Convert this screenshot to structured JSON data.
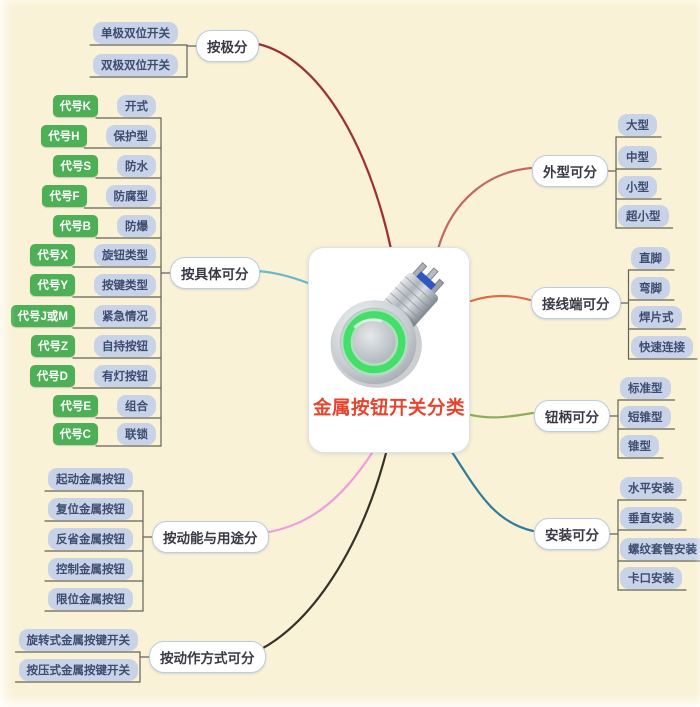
{
  "title": "金属按钮开关分类",
  "colors": {
    "background": "#faf2d6",
    "topic_border": "#b9cde3",
    "child_bg": "#c9d3e8",
    "child_text": "#3d4c70",
    "code_bg": "#4db056",
    "title_red": "#e8432d",
    "connector": "#63635a"
  },
  "branches": [
    {
      "id": "poles",
      "label": "按极分",
      "line_color": "#9c2f39",
      "children": [
        {
          "label": "单极双位开关"
        },
        {
          "label": "双极双位开关"
        }
      ]
    },
    {
      "id": "shape",
      "label": "外型可分",
      "line_color": "#c4666d",
      "children": [
        {
          "label": "大型"
        },
        {
          "label": "中型"
        },
        {
          "label": "小型"
        },
        {
          "label": "超小型"
        }
      ]
    },
    {
      "id": "terminal",
      "label": "接线端可分",
      "line_color": "#dd6c4a",
      "children": [
        {
          "label": "直脚"
        },
        {
          "label": "弯脚"
        },
        {
          "label": "焊片式"
        },
        {
          "label": "快速连接"
        }
      ]
    },
    {
      "id": "handle",
      "label": "钮柄可分",
      "line_color": "#8fae5c",
      "children": [
        {
          "label": "标准型"
        },
        {
          "label": "短锥型"
        },
        {
          "label": "锥型"
        }
      ]
    },
    {
      "id": "install",
      "label": "安装可分",
      "line_color": "#2f7d9b",
      "children": [
        {
          "label": "水平安装"
        },
        {
          "label": "垂直安装"
        },
        {
          "label": "螺纹套管安装"
        },
        {
          "label": "卡口安装"
        }
      ]
    },
    {
      "id": "purpose",
      "label": "按动能与用途分",
      "line_color": "#ef9ddd",
      "children": [
        {
          "label": "起动金属按钮"
        },
        {
          "label": "复位金属按钮"
        },
        {
          "label": "反省金属按钮"
        },
        {
          "label": "控制金属按钮"
        },
        {
          "label": "限位金属按钮"
        }
      ]
    },
    {
      "id": "action",
      "label": "按动作方式可分",
      "line_color": "#33332a",
      "children": [
        {
          "label": "旋转式金属按键开关"
        },
        {
          "label": "按压式金属按键开关"
        }
      ]
    },
    {
      "id": "specific",
      "label": "按具体可分",
      "line_color": "#66bcc9",
      "children": [
        {
          "code": "代号K",
          "label": "开式"
        },
        {
          "code": "代号H",
          "label": "保护型"
        },
        {
          "code": "代号S",
          "label": "防水"
        },
        {
          "code": "代号F",
          "label": "防腐型"
        },
        {
          "code": "代号B",
          "label": "防爆"
        },
        {
          "code": "代号X",
          "label": "旋钮类型"
        },
        {
          "code": "代号Y",
          "label": "按键类型"
        },
        {
          "code": "代号J或M",
          "label": "紧急情况"
        },
        {
          "code": "代号Z",
          "label": "自持按钮"
        },
        {
          "code": "代号D",
          "label": "有灯按钮"
        },
        {
          "code": "代号E",
          "label": "组合"
        },
        {
          "code": "代号C",
          "label": "联锁"
        }
      ]
    }
  ]
}
